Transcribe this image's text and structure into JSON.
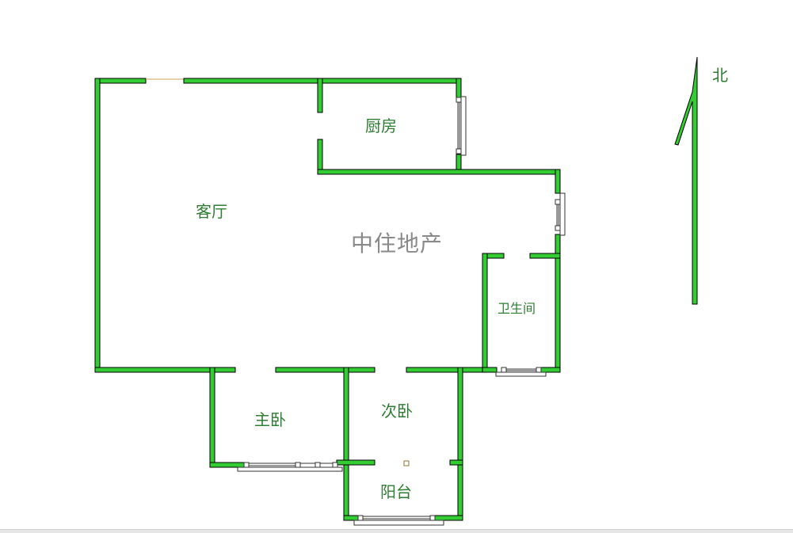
{
  "plan": {
    "watermark": "中住地产",
    "rooms": [
      {
        "id": "living-room",
        "label": "客厅"
      },
      {
        "id": "kitchen",
        "label": "厨房"
      },
      {
        "id": "bathroom",
        "label": "卫生间"
      },
      {
        "id": "master-bedroom",
        "label": "主卧"
      },
      {
        "id": "second-bedroom",
        "label": "次卧"
      },
      {
        "id": "balcony",
        "label": "阳台"
      }
    ],
    "compass": {
      "label": "北"
    },
    "colors": {
      "wall": "#33cc33",
      "wall_outline": "#000000",
      "room_label": "#2e7d32",
      "watermark": "#8a8a8a"
    }
  }
}
